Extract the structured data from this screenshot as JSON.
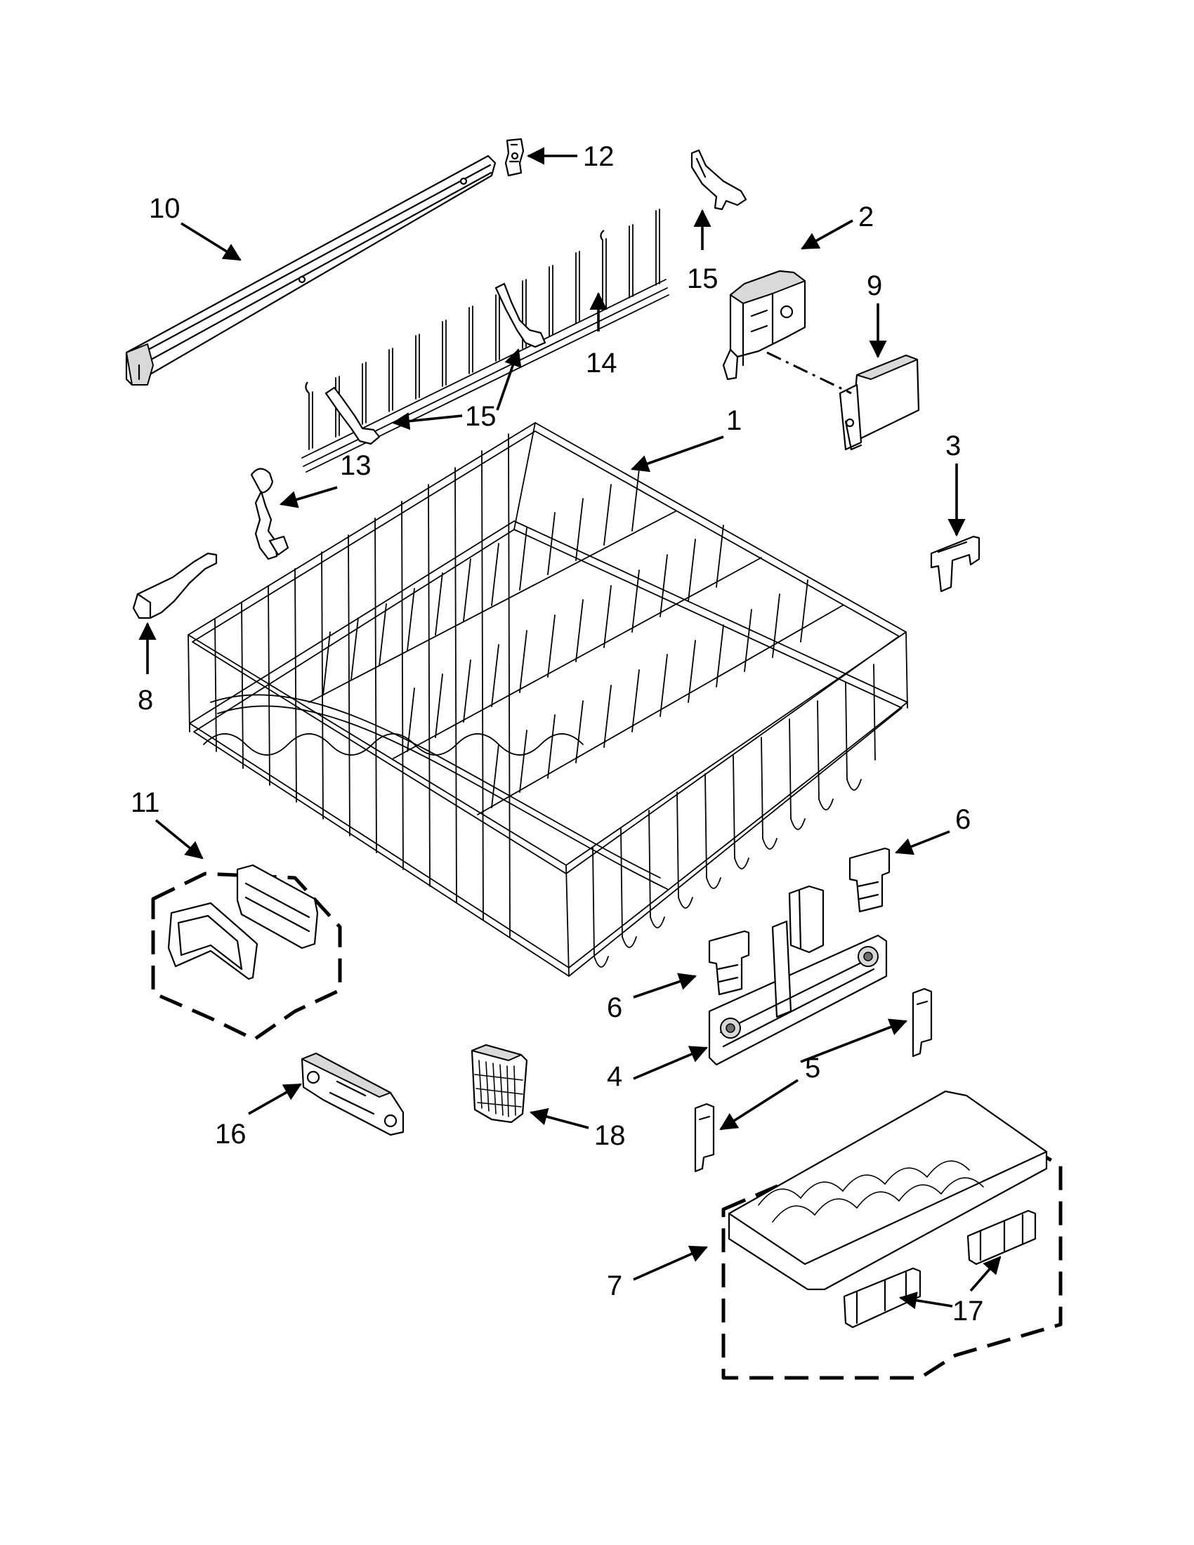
{
  "callouts": [
    "1",
    "2",
    "3",
    "4",
    "5",
    "6",
    "6",
    "7",
    "8",
    "9",
    "10",
    "11",
    "12",
    "13",
    "14",
    "15",
    "15",
    "16",
    "17",
    "18"
  ]
}
